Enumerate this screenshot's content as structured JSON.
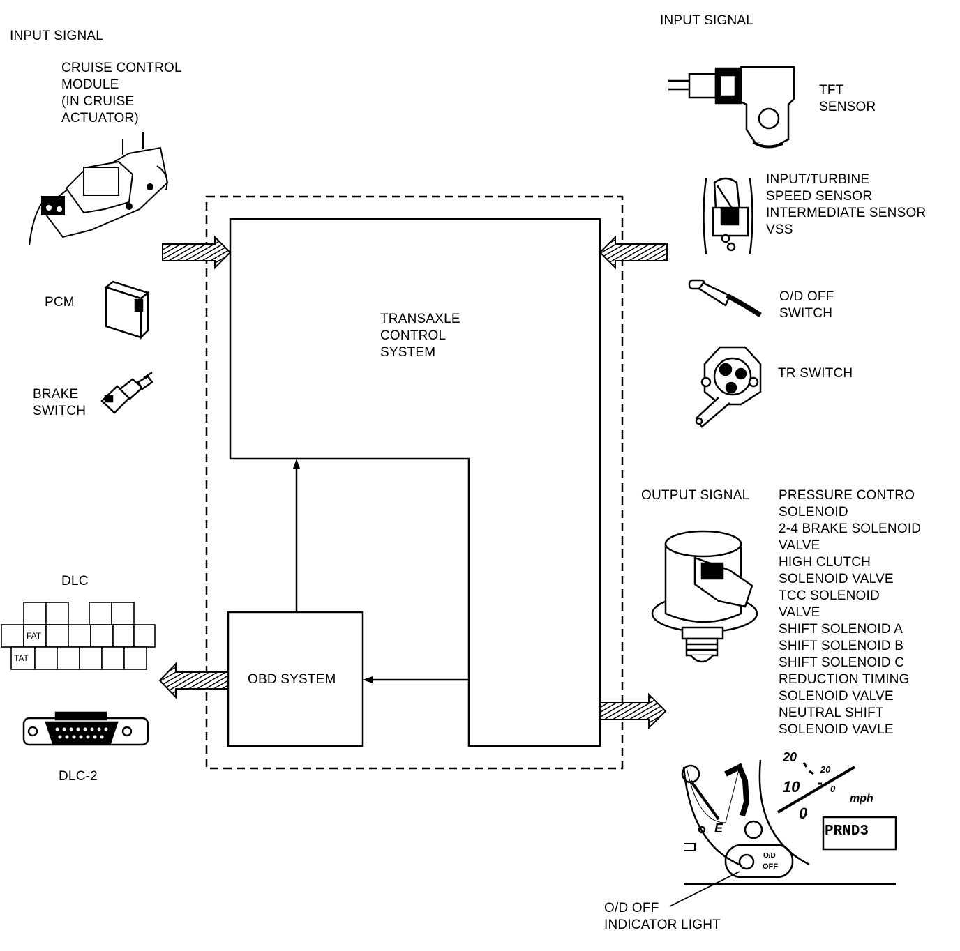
{
  "left": {
    "input_heading": "INPUT SIGNAL",
    "cruise_module": [
      "CRUISE CONTROL",
      "MODULE",
      "(IN CRUISE",
      "ACTUATOR)"
    ],
    "pcm": "PCM",
    "brake_switch": [
      "BRAKE",
      "SWITCH"
    ],
    "dlc": "DLC",
    "dlc_fat": "FAT",
    "dlc_tat": "TAT",
    "dlc2": "DLC-2"
  },
  "center": {
    "tcs": [
      "TRANSAXLE",
      "CONTROL",
      "SYSTEM"
    ],
    "obd": "OBD SYSTEM"
  },
  "right": {
    "input_heading": "INPUT SIGNAL",
    "tft": [
      "TFT",
      "SENSOR"
    ],
    "speed_sensors": [
      "INPUT/TURBINE",
      "SPEED SENSOR",
      "INTERMEDIATE SENSOR",
      "VSS"
    ],
    "od_switch": [
      "O/D OFF",
      "SWITCH"
    ],
    "tr_switch": "TR SWITCH",
    "output_heading": "OUTPUT SIGNAL",
    "outputs": [
      "PRESSURE CONTRO",
      "SOLENOID",
      "2-4 BRAKE SOLENOID",
      "VALVE",
      "HIGH CLUTCH",
      "SOLENOID VALVE",
      "TCC SOLENOID",
      "VALVE",
      "SHIFT SOLENOID A",
      "SHIFT SOLENOID B",
      "SHIFT SOLENOID C",
      "REDUCTION TIMING",
      "SOLENOID VALVE",
      "NEUTRAL SHIFT",
      "SOLENOID VAVLE"
    ],
    "indicator_light": [
      "O/D OFF",
      "INDICATOR LIGHT"
    ]
  },
  "cluster": {
    "speed_20": "20",
    "speed_10": "10",
    "speed_0": "0",
    "small_20": "20",
    "small_0": "0",
    "unit": "mph",
    "fuel_e": "E",
    "gear": "PRND3",
    "od_lamp": [
      "O/D",
      "OFF"
    ]
  }
}
